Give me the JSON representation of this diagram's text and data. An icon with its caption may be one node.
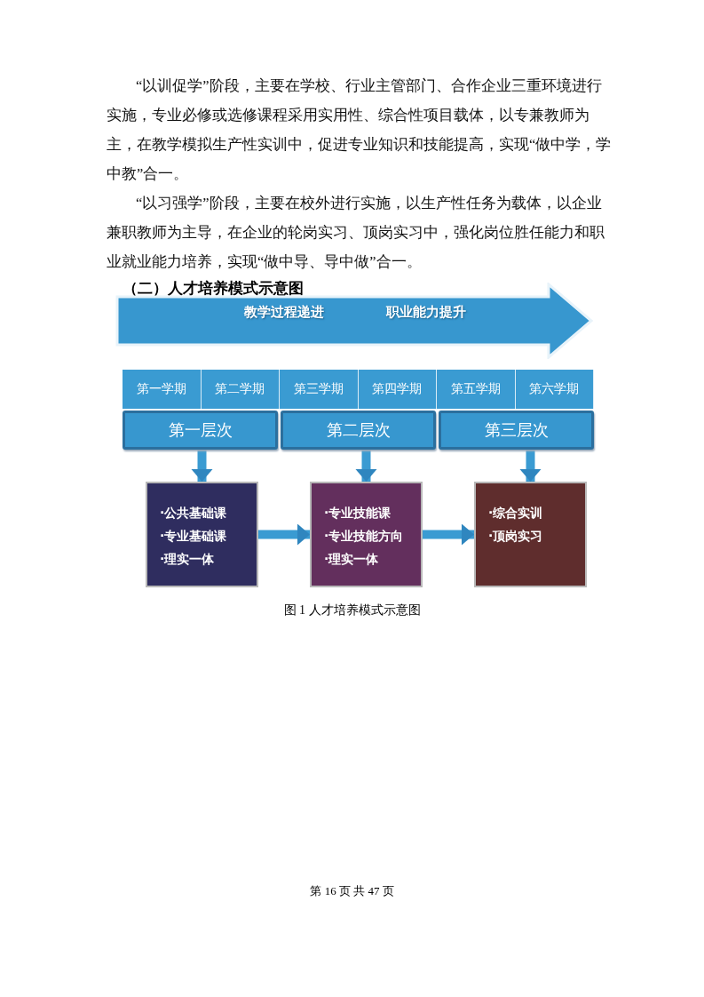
{
  "diagram": {
    "title": "（二）人才培养模式示意图",
    "caption": "图 1 人才培养模式示意图",
    "nodes": [
      {
        "text": [
          "教学过程递进",
          "职业能力提升"
        ]
      },
      {
        "text": [
          "第一学期"
        ]
      },
      {
        "text": [
          "第二学期"
        ]
      },
      {
        "text": [
          "第三学期"
        ]
      },
      {
        "text": [
          "第四学期"
        ]
      },
      {
        "text": [
          "第五学期"
        ]
      },
      {
        "text": [
          "第六学期"
        ]
      },
      {
        "text": [
          "第一层次"
        ]
      },
      {
        "text": [
          "第二层次"
        ]
      },
      {
        "text": [
          "第三层次"
        ]
      },
      {
        "text": [
          "·公共基础课",
          "·专业基础课",
          "·理实一体"
        ]
      },
      {
        "text": [
          "·专业技能课",
          "·专业技能方向",
          "·理实一体"
        ]
      },
      {
        "text": [
          "·综合实训",
          "·顶岗实习"
        ]
      }
    ],
    "edges": [
      {
        "from": 7,
        "to": 10,
        "arrow": "to"
      },
      {
        "from": 8,
        "to": 11,
        "arrow": "to"
      },
      {
        "from": 9,
        "to": 12,
        "arrow": "to"
      },
      {
        "from": 10,
        "to": 11,
        "arrow": "to"
      },
      {
        "from": 11,
        "to": 12,
        "arrow": "to"
      }
    ],
    "labels": [
      "“以训促学”阶段，主要在学校、行业主管部门、合作企业三重环境进行实施，专业必修或选修课程采用实用性、综合性项目载体，以专兼教师为主，在教学模拟生产性实训中，促进专业知识和技能提高，实现“做中学，学中教”合一。",
      "“以习强学”阶段，主要在校外进行实施，以生产性任务为载体，以企业兼职教师为主导，在企业的轮岗实习、顶岗实习中，强化岗位胜任能力和职业就业能力培养，实现“做中导、导中做”合一。",
      "第 16 页 共 47 页"
    ]
  }
}
